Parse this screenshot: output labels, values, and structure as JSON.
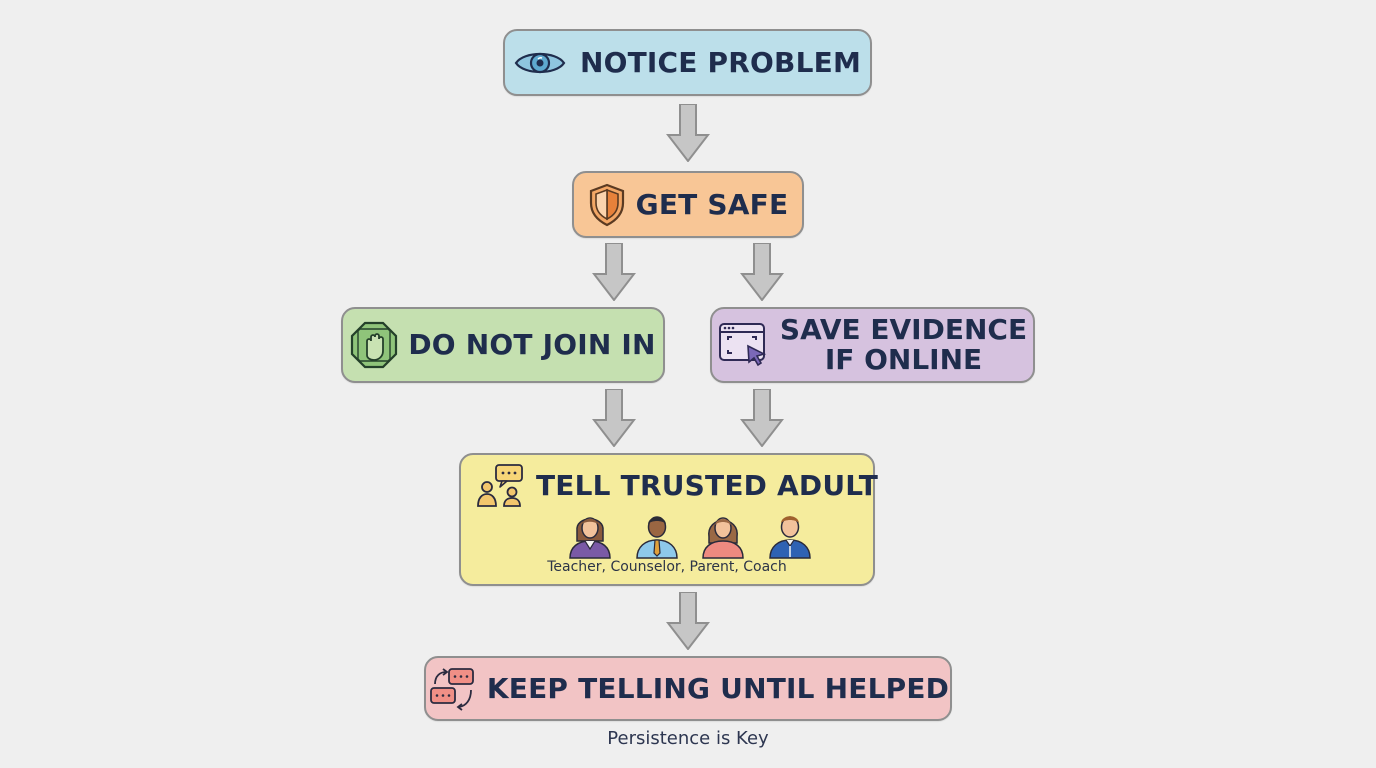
{
  "nodes": {
    "notice": {
      "label": "NOTICE PROBLEM",
      "icon": "eye-icon",
      "color": "#bcdfea"
    },
    "safe": {
      "label": "GET SAFE",
      "icon": "shield-icon",
      "color": "#f8c696"
    },
    "join": {
      "label": "DO NOT JOIN IN",
      "icon": "stop-hand-icon",
      "color": "#c5e0b0"
    },
    "evidence": {
      "line1": "SAVE EVIDENCE",
      "line2": "IF ONLINE",
      "icon": "screenshot-cursor-icon",
      "color": "#d6c2df"
    },
    "tell": {
      "label": "TELL TRUSTED ADULT",
      "icon": "talking-people-icon",
      "roles_caption": "Teacher, Counselor, Parent, Coach",
      "people": [
        "teacher-avatar",
        "counselor-avatar",
        "parent-avatar",
        "coach-avatar"
      ],
      "color": "#f5ec9d"
    },
    "keep": {
      "label": "KEEP TELLING UNTIL HELPED",
      "icon": "repeat-chat-icon",
      "caption": "Persistence is Key",
      "color": "#f2c4c5"
    }
  },
  "edges": [
    {
      "from": "notice",
      "to": "safe"
    },
    {
      "from": "safe",
      "to": "join"
    },
    {
      "from": "safe",
      "to": "evidence"
    },
    {
      "from": "join",
      "to": "tell"
    },
    {
      "from": "evidence",
      "to": "tell"
    },
    {
      "from": "tell",
      "to": "keep"
    }
  ]
}
